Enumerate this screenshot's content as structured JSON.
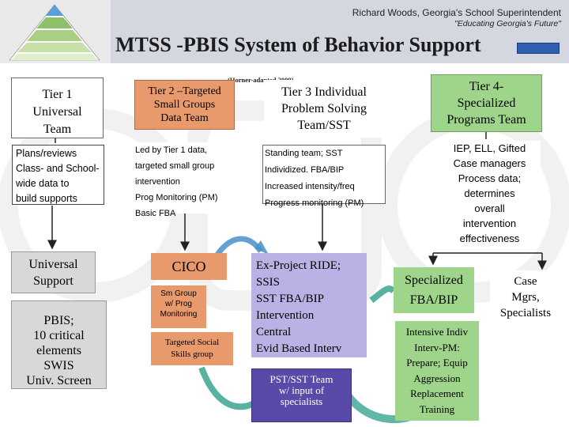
{
  "header": {
    "superintendent": "Richard Woods, Georgia's School Superintendent",
    "motto": "\"Educating Georgia's Future\"",
    "title": "MTSS -PBIS System of Behavior Support",
    "credit": "(Horner-adapted,2009)"
  },
  "tiers": [
    {
      "lines": [
        "Tier 1",
        "Universal",
        "Team"
      ]
    },
    {
      "lines": [
        "Tier 2 –Targeted",
        "Small Groups",
        "Data Team"
      ]
    },
    {
      "lines": [
        "Tier 3 Individual",
        "Problem Solving",
        "Team/SST"
      ]
    },
    {
      "lines": [
        "Tier 4-",
        "Specialized",
        "Programs Team"
      ]
    }
  ],
  "descriptions": [
    {
      "lines": [
        "Plans/reviews",
        "Class- and School-",
        "wide data to",
        "build supports"
      ]
    },
    {
      "lines": [
        "Led by Tier 1 data,",
        "targeted small group",
        "intervention",
        "Prog Monitoring (PM)",
        "Basic FBA"
      ]
    },
    {
      "lines": [
        "Standing team; SST",
        "Individized. FBA/BIP",
        "Increased  intensity/freq",
        "Progress monitoring (PM)"
      ]
    },
    {
      "lines": [
        "IEP, ELL, Gifted",
        "Case managers",
        "Process data;",
        "determines",
        "overall",
        "intervention",
        "effectiveness"
      ]
    }
  ],
  "supports": {
    "universal": {
      "lines": [
        "Universal",
        "Support"
      ]
    },
    "pbis": {
      "lines": [
        "PBIS;",
        "10 critical",
        "elements",
        "SWIS",
        "Univ.  Screen"
      ]
    },
    "cico": {
      "lines": [
        "CICO"
      ]
    },
    "small_group": {
      "lines": [
        "Sm Group",
        "w/ Prog",
        "Monitoring"
      ]
    },
    "social_skills": {
      "lines": [
        "Targeted Social",
        "Skills group"
      ]
    },
    "ex_project": {
      "lines": [
        "Ex-Project RIDE;",
        "SSIS",
        "SST FBA/BIP",
        "Intervention",
        "Central",
        "Evid Based Interv"
      ]
    },
    "pst": {
      "lines": [
        "PST/SST Team",
        "w/ input of",
        "specialists"
      ]
    },
    "specialized_fba": {
      "lines": [
        "Specialized",
        "FBA/BIP"
      ]
    },
    "intensive": {
      "lines": [
        "Intensive Indiv",
        "Interv-PM:",
        "Prepare; Equip",
        "Aggression",
        "Replacement",
        "Training"
      ]
    },
    "case_mgrs": {
      "lines": [
        "Case",
        "Mgrs,",
        "Specialists"
      ]
    }
  },
  "colors": {
    "tier2": "#e99a6d",
    "tier3": "#b9b2e4",
    "tier3_dark": "#5a4aa8",
    "tier4": "#9ed58a",
    "tier1": "#d8d8d8",
    "arrow_blue": "#4a90c8",
    "arrow_teal": "#2e9e8a"
  }
}
